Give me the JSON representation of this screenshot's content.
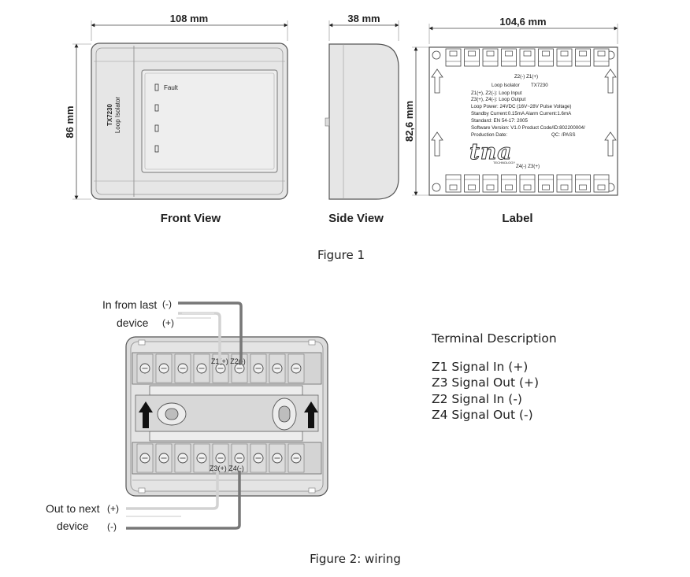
{
  "figure1": {
    "dims": {
      "front_width": "108 mm",
      "front_height": "86 mm",
      "side_width": "38 mm",
      "label_width": "104,6 mm",
      "label_height": "82,6 mm"
    },
    "front_panel": {
      "model": "TX7230",
      "name": "Loop Isolator",
      "led_label": "Fault"
    },
    "label_panel": {
      "top_terminals": "Z2(-)   Z1(+)",
      "line1_left": "Loop Isolator",
      "line1_right": "TX7230",
      "line2": "Z1(+), Z2(-): Loop Input",
      "line3": "Z3(+), Z4(-): Loop Output",
      "line4": "Loop Power: 24VDC (16V~28V Pulse Voltage)",
      "line5": "Standby Current:0.15mA   Alarm Current:1.6mA",
      "line6": "Standard: EN 54-17: 2005",
      "line7": "Software Version: V1.0   Product Code/ID:802200004/",
      "line8_left": "Production Date:",
      "line8_right": "QC:       /PASS",
      "logo": "tna",
      "logo_sub": "TECHNOLOGY",
      "bottom_terminals": "Z4(-)   Z3(+)"
    },
    "views": {
      "front": "Front View",
      "side": "Side View",
      "label": "Label"
    },
    "caption": "Figure 1"
  },
  "figure2": {
    "in_label_line1": "In from last",
    "in_label_line2": "device",
    "in_neg": "(-)",
    "in_pos": "(+)",
    "out_label_line1": "Out to next",
    "out_label_line2": "device",
    "out_pos": "(+)",
    "out_neg": "(-)",
    "top_terminal_labels": "Z1(+)  Z2(-)",
    "bottom_terminal_labels": "Z3(+)  Z4(-)",
    "caption": "Figure 2: wiring"
  },
  "terminal_description": {
    "title": "Terminal Description",
    "items": [
      "Z1 Signal In (+)",
      "Z3 Signal Out (+)",
      "Z2 Signal In (-)",
      "Z4 Signal Out (-)"
    ]
  }
}
